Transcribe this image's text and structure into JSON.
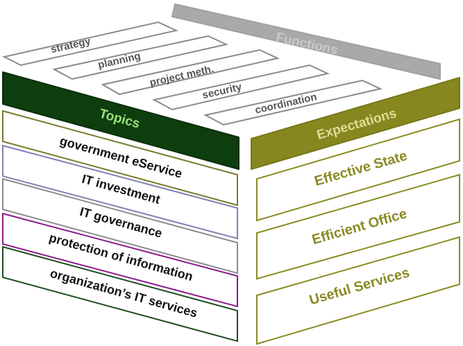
{
  "functions": {
    "header": "Functions",
    "items": [
      "strategy",
      "planning",
      "project meth.",
      "security",
      "coordination"
    ]
  },
  "topics": {
    "header": "Topics",
    "items": [
      "government eService",
      "IT investment",
      "IT governance",
      "protection of information",
      "organization’s IT services"
    ],
    "colors": [
      "#7a7a2a",
      "#7f80b0",
      "#8c8c8c",
      "#8b1a8b",
      "#1f4d1f"
    ],
    "header_color": "#0e3d0e"
  },
  "expectations": {
    "header": "Expectations",
    "items": [
      "Effective State",
      "Efficient Office",
      "Useful Services"
    ],
    "color": "#8a8a22",
    "header_color": "#87871f"
  }
}
